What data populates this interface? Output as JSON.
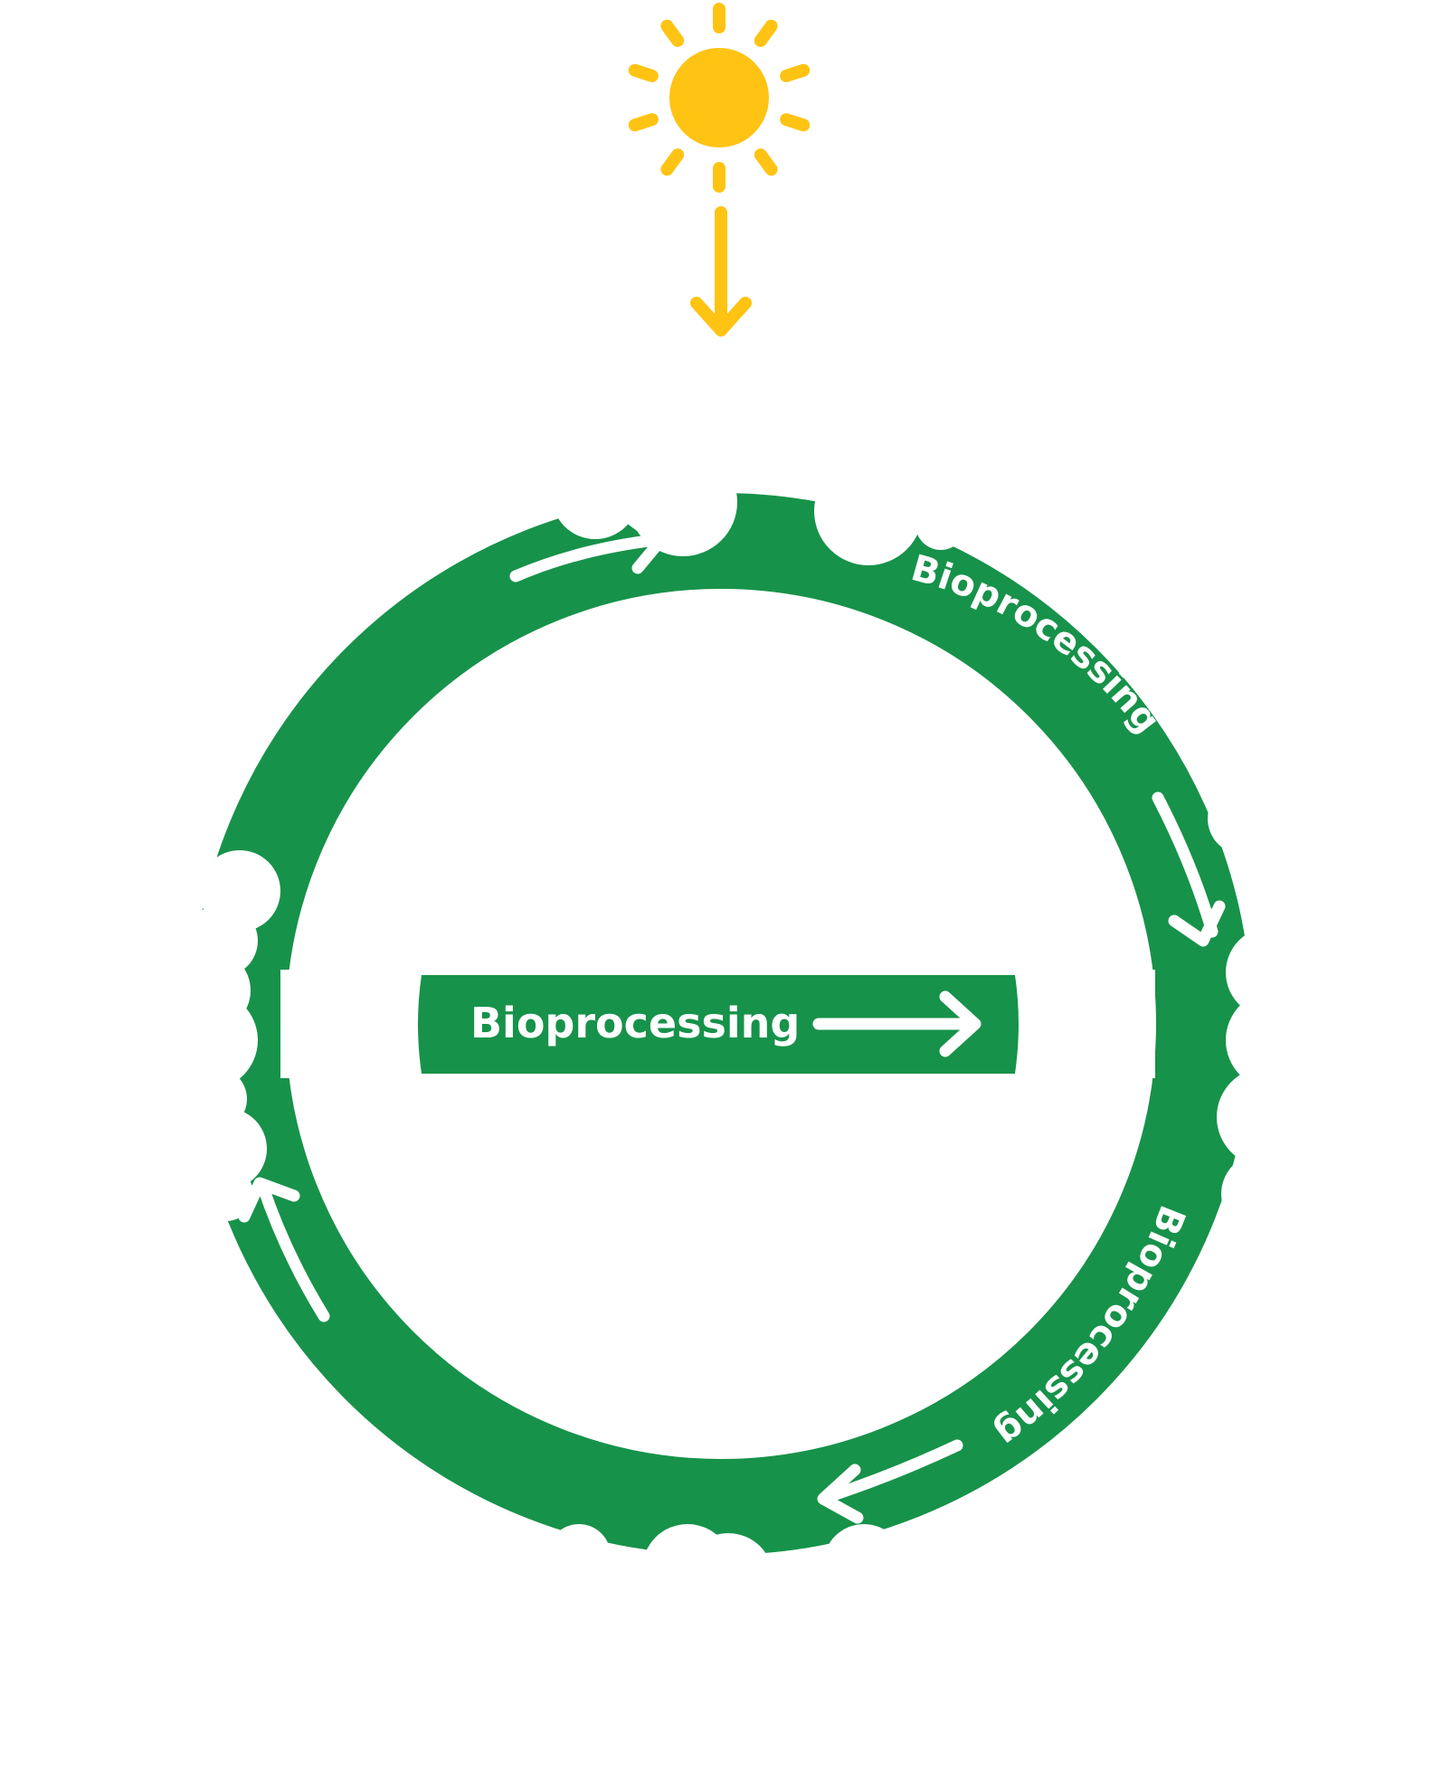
{
  "colors": {
    "ring": "#17924A",
    "sun": "#FFC313",
    "arrow": "#ffffff",
    "background": "#ffffff"
  },
  "icons": {
    "sun": "sun-icon",
    "down_arrow": "arrow-down-icon",
    "cycle_arrows": "curved-arrow-icon",
    "center_arrow": "arrow-right-icon"
  },
  "labels": {
    "arc_top_right": "Bioprocessing",
    "arc_bottom_right": "Bioprocessing",
    "center_band": "Bioprocessing"
  }
}
